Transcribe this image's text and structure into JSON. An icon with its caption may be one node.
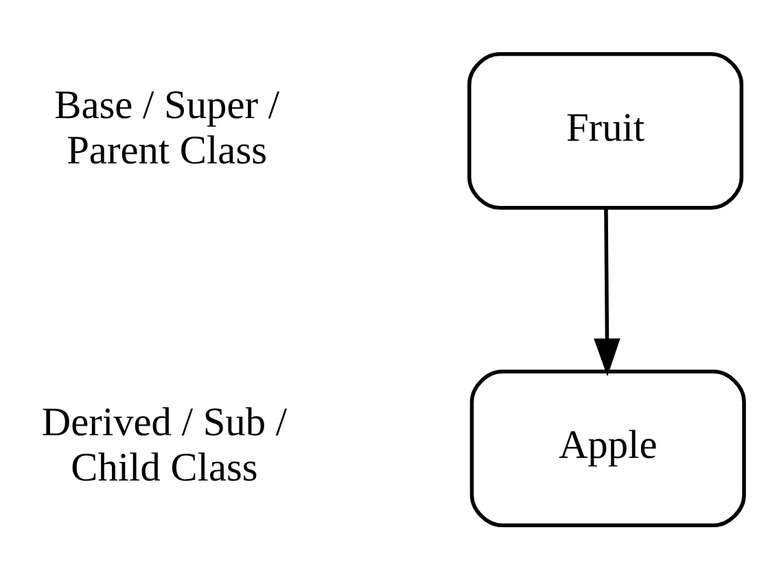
{
  "diagram": {
    "nodes": [
      {
        "text": [
          "Fruit"
        ]
      },
      {
        "text": [
          "Apple"
        ]
      }
    ],
    "edges": [
      {
        "from": 0,
        "to": 1,
        "arrow": "to"
      }
    ],
    "labels": [
      "Base / Super / Parent Class",
      "Derived / Sub / Child Class"
    ]
  }
}
